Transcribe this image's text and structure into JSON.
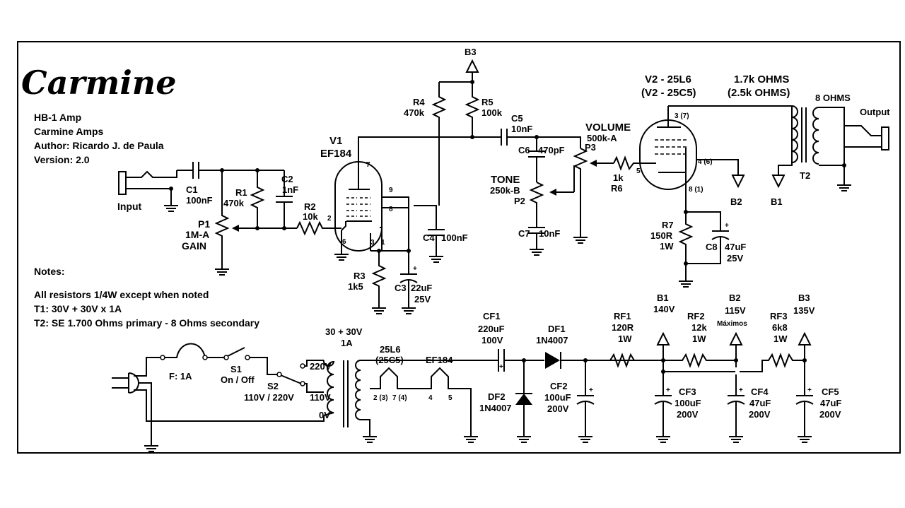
{
  "logo": "Carmine",
  "info": [
    "HB-1 Amp",
    "Carmine Amps",
    "Author: Ricardo J. de Paula",
    "Version: 2.0"
  ],
  "notes": {
    "heading": "Notes:",
    "lines": [
      "All resistors 1/4W except when noted",
      "T1: 30V + 30V x 1A",
      "T2: SE 1.700 Ohms primary - 8 Ohms secondary"
    ]
  },
  "preamp": {
    "input": "Input",
    "c1": [
      "C1",
      "100nF"
    ],
    "r1": [
      "R1",
      "470k"
    ],
    "c2": [
      "C2",
      "1nF"
    ],
    "r2": [
      "R2",
      "10k"
    ],
    "p1": [
      "P1",
      "1M-A",
      "GAIN"
    ],
    "v1": [
      "V1",
      "EF184"
    ],
    "v1_pins": [
      "7",
      "9",
      "8",
      "2",
      "6",
      "3",
      "1"
    ],
    "r3": [
      "R3",
      "1k5"
    ],
    "c3": [
      "C3",
      "22uF",
      "25V"
    ],
    "c4": [
      "C4",
      "100nF"
    ],
    "r4": [
      "R4",
      "470k"
    ],
    "r5": [
      "R5",
      "100k"
    ],
    "b3_top": "B3"
  },
  "tone": {
    "c5": [
      "C5",
      "10nF"
    ],
    "c6": [
      "C6",
      "470pF"
    ],
    "tone_label": "TONE",
    "p2": [
      "250k-B",
      "P2"
    ],
    "c7": [
      "C7",
      "10nF"
    ],
    "volume": [
      "VOLUME",
      "500k-A",
      "P3"
    ],
    "r6": [
      "1k",
      "R6"
    ]
  },
  "power": {
    "v2": [
      "V2 - 25L6",
      "(V2 - 25C5)"
    ],
    "v2_pins": [
      "3 (7)",
      "4 (6)",
      "5",
      "8 (1)"
    ],
    "z_primary": [
      "1.7k OHMS",
      "(2.5k OHMS)"
    ],
    "secondary": "8 OHMS",
    "output": "Output",
    "t2": "T2",
    "b2": "B2",
    "b1": "B1",
    "r7": [
      "R7",
      "150R",
      "1W"
    ],
    "c8": [
      "C8",
      "47uF",
      "25V"
    ]
  },
  "supply": {
    "fuse": "F: 1A",
    "s1": [
      "S1",
      "On / Off"
    ],
    "s2": [
      "S2",
      "110V / 220V"
    ],
    "taps": [
      "220V",
      "110V",
      "0V"
    ],
    "t1": [
      "30 + 30V",
      "1A"
    ],
    "heater_v2": [
      "25L6",
      "(25C5)"
    ],
    "heater_v1": "EF184",
    "heater_pins": [
      "2 (3)",
      "7 (4)",
      "4",
      "5"
    ],
    "cf1": [
      "CF1",
      "220uF",
      "100V"
    ],
    "df1": [
      "DF1",
      "1N4007"
    ],
    "df2": [
      "DF2",
      "1N4007"
    ],
    "cf2": [
      "CF2",
      "100uF",
      "200V"
    ],
    "rf1": [
      "RF1",
      "120R",
      "1W"
    ],
    "b1": [
      "B1",
      "140V"
    ],
    "rf2": [
      "RF2",
      "12k",
      "1W"
    ],
    "b2": [
      "B2",
      "115V",
      "Máximos"
    ],
    "rf3": [
      "RF3",
      "6k8",
      "1W"
    ],
    "b3": [
      "B3",
      "135V"
    ],
    "cf3": [
      "CF3",
      "100uF",
      "200V"
    ],
    "cf4": [
      "CF4",
      "47uF",
      "200V"
    ],
    "cf5": [
      "CF5",
      "47uF",
      "200V"
    ]
  }
}
